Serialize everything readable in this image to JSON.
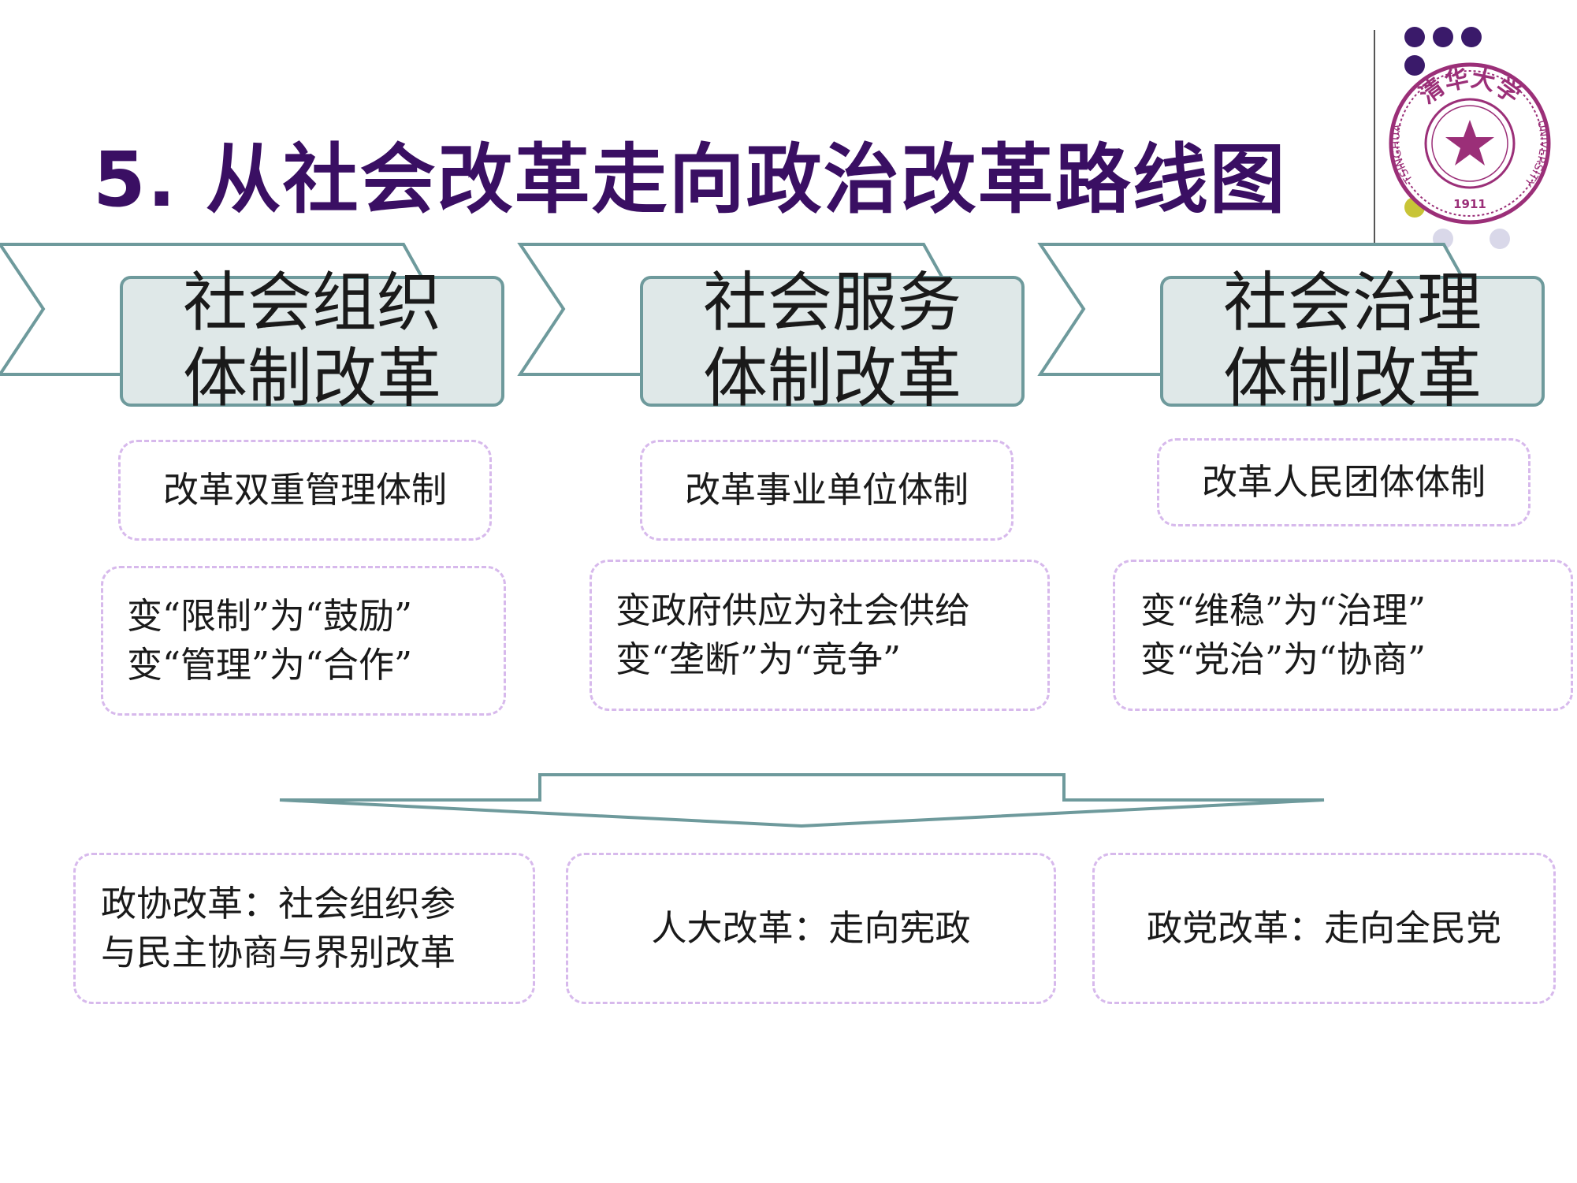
{
  "title": "5. 从社会改革走向政治改革路线图",
  "colors": {
    "title": "#3a0f63",
    "teal_border": "#6e9a9c",
    "teal_fill": "#dfe8e8",
    "dashed_border": "#d7b9ec",
    "seal": "#9b2f78"
  },
  "logo": {
    "icon": "tsinghua-seal-icon",
    "text_top": "清华大学",
    "text_left": "TSINGHUA",
    "text_right": "UNIVERSITY",
    "year": "1911"
  },
  "columns": [
    {
      "header": [
        "社会组织",
        "体制改革"
      ],
      "reform": "改革双重管理体制",
      "changes": [
        "变“限制”为“鼓励”",
        "变“管理”为“合作”"
      ]
    },
    {
      "header": [
        "社会服务",
        "体制改革"
      ],
      "reform": "改革事业单位体制",
      "changes": [
        "变政府供应为社会供给",
        "变“垄断”为“竞争”"
      ]
    },
    {
      "header": [
        "社会治理",
        "体制改革"
      ],
      "reform": "改革人民团体体制",
      "changes": [
        "变“维稳”为“治理”",
        "变“党治”为“协商”"
      ]
    }
  ],
  "outcomes": [
    [
      "政协改革：社会组织参",
      "与民主协商与界别改革"
    ],
    [
      "人大改革：走向宪政"
    ],
    [
      "政党改革：走向全民党"
    ]
  ]
}
